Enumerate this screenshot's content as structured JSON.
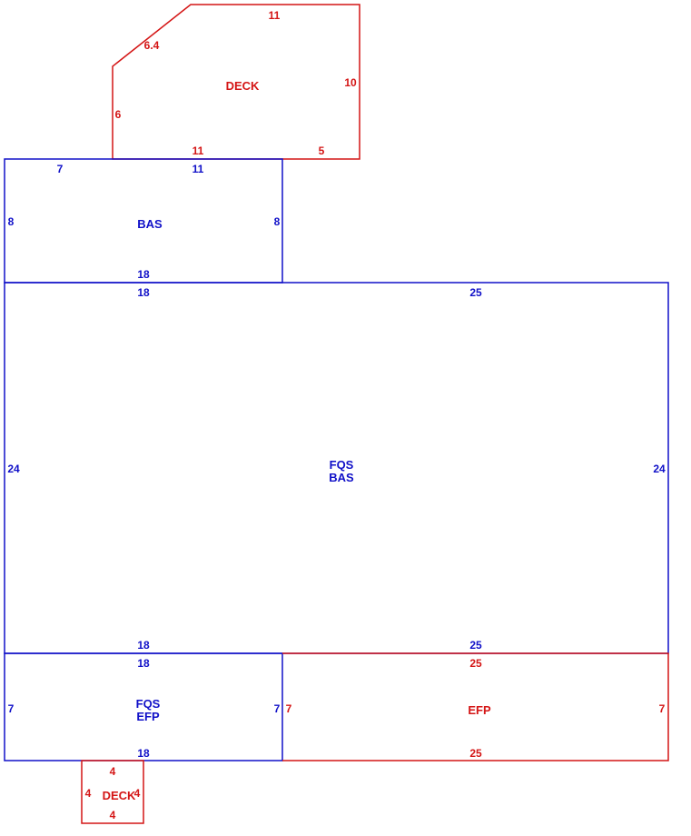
{
  "colors": {
    "red": "#d41515",
    "blue": "#1010c8"
  },
  "areas": {
    "deck_top": {
      "label": "DECK",
      "dims": {
        "top": "11",
        "diag": "6.4",
        "left": "6",
        "right": "10",
        "bottom_left": "11",
        "bottom_right": "5"
      }
    },
    "bas_top": {
      "label": "BAS",
      "dims": {
        "top_left": "7",
        "top_right": "11",
        "left": "8",
        "right": "8",
        "bottom": "18"
      }
    },
    "main": {
      "label1": "FQS",
      "label2": "BAS",
      "dims": {
        "top_left": "18",
        "top_right": "25",
        "left": "24",
        "right": "24",
        "bottom_left": "18",
        "bottom_right": "25"
      }
    },
    "efp_left": {
      "label1": "FQS",
      "label2": "EFP",
      "dims": {
        "top": "18",
        "left": "7",
        "right": "7",
        "bottom": "18"
      }
    },
    "efp_right": {
      "label": "EFP",
      "dims": {
        "top": "25",
        "left": "7",
        "right": "7",
        "bottom": "25"
      }
    },
    "deck_small": {
      "label": "DECK",
      "dims": {
        "top": "4",
        "left": "4",
        "right": "4",
        "bottom": "4"
      }
    }
  }
}
